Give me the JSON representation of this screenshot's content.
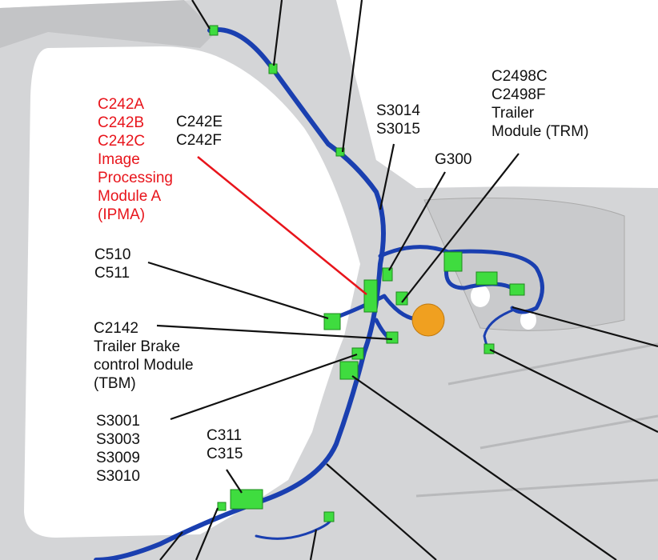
{
  "diagram": {
    "colors": {
      "harness": "#1a3fb0",
      "connector": "#3fdc3f",
      "callout_highlight": "#e8141b",
      "grommet": "#f0a020",
      "body": "#d4d5d7"
    },
    "callouts": {
      "ipma": {
        "lines": [
          "C242A",
          "C242B",
          "C242C",
          "Image",
          "Processing",
          "Module A",
          "(IPMA)"
        ],
        "highlighted": true
      },
      "c242ef": {
        "lines": [
          "C242E",
          "C242F"
        ]
      },
      "s3014": {
        "lines": [
          "S3014",
          "S3015"
        ]
      },
      "trm": {
        "lines": [
          "C2498C",
          "C2498F",
          "Trailer",
          "Module (TRM)"
        ]
      },
      "g300": {
        "lines": [
          "G300"
        ]
      },
      "c510": {
        "lines": [
          "C510",
          "C511"
        ]
      },
      "tbm": {
        "lines": [
          "C2142",
          "Trailer Brake",
          "control Module",
          "(TBM)"
        ]
      },
      "splices": {
        "lines": [
          "S3001",
          "S3003",
          "S3009",
          "S3010"
        ]
      },
      "c311": {
        "lines": [
          "C311",
          "C315"
        ]
      }
    }
  }
}
